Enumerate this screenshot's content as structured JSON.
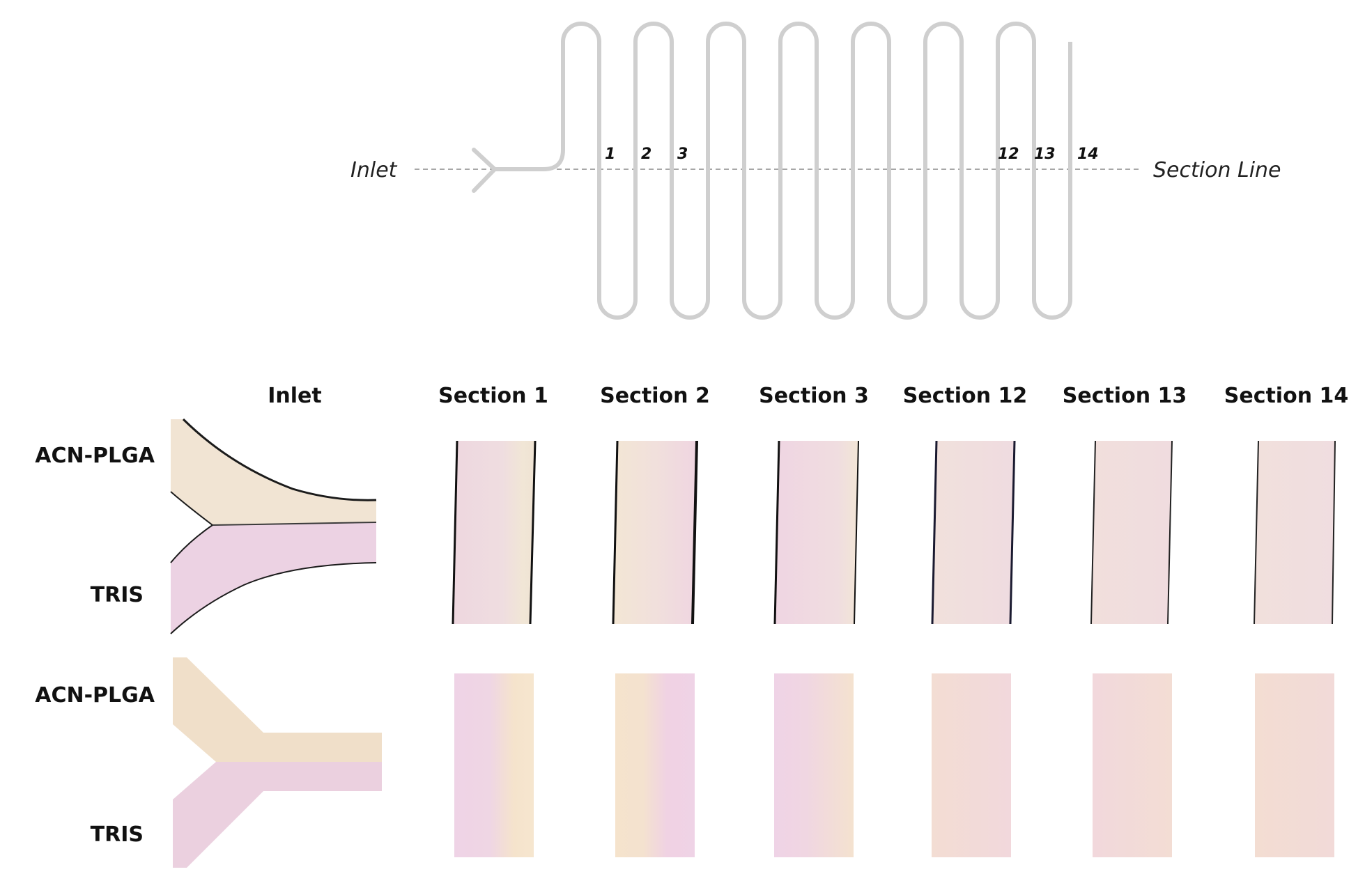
{
  "schematic": {
    "inlet_label": "Inlet",
    "section_line_label": "Section Line",
    "section_numbers": [
      "1",
      "2",
      "3",
      "12",
      "13",
      "14"
    ]
  },
  "column_headers": [
    "Inlet",
    "Section 1",
    "Section 2",
    "Section 3",
    "Section 12",
    "Section 13",
    "Section 14"
  ],
  "row_labels": {
    "photo_top": "ACN-PLGA",
    "photo_bottom": "TRIS",
    "model_top": "ACN-PLGA",
    "model_bottom": "TRIS"
  },
  "colors": {
    "acn_plga": "#f2e0c8",
    "tris": "#ebcfe0",
    "channel_outline": "#c8c8c8",
    "section_line": "#888888"
  }
}
